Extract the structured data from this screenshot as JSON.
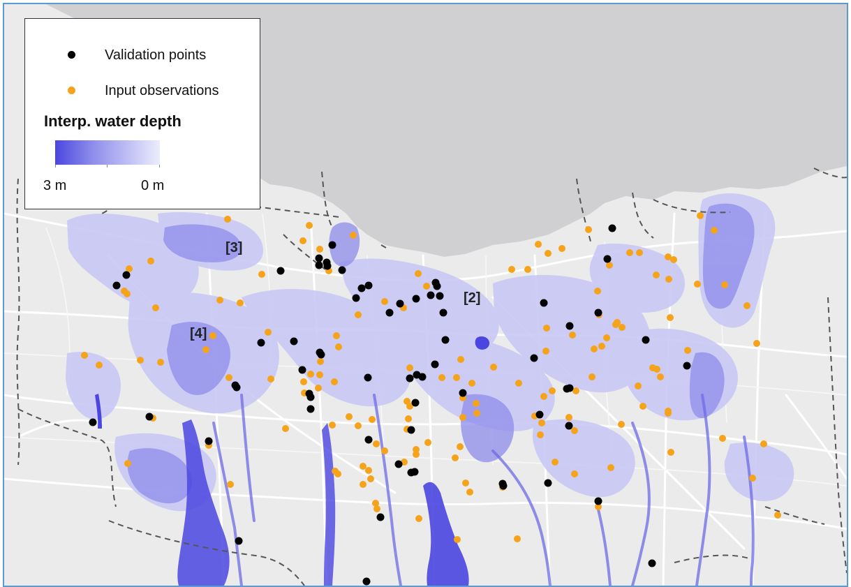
{
  "legend": {
    "validation_label": "Validation points",
    "input_label": "Input observations",
    "depth_title": "Interp. water depth",
    "ramp_min_label": "3 m",
    "ramp_max_label": "0 m"
  },
  "map_labels": {
    "area_2": "[2]",
    "area_3": "[3]",
    "area_4": "[4]"
  },
  "colors": {
    "sea": "#d0d0d3",
    "land": "#ebebeb",
    "roads": "#ffffff",
    "district_boundary": "#555555",
    "flood_deep": "#4b46e0",
    "flood_mid": "#8d8ceb",
    "flood_shallow": "#c9c8f5",
    "validation_point": "#000000",
    "input_point": "#f5a31a",
    "frame_border": "#5b9bd5"
  },
  "validation_points": [
    [
      877,
      327
    ],
    [
      476,
      351
    ],
    [
      870,
      371
    ],
    [
      457,
      370
    ],
    [
      468,
      376
    ],
    [
      457,
      380
    ],
    [
      469,
      381
    ],
    [
      490,
      387
    ],
    [
      402,
      388
    ],
    [
      181,
      394
    ],
    [
      167,
      409
    ],
    [
      528,
      409
    ],
    [
      518,
      413
    ],
    [
      624,
      405
    ],
    [
      626,
      410
    ],
    [
      510,
      427
    ],
    [
      573,
      435
    ],
    [
      596,
      428
    ],
    [
      617,
      423
    ],
    [
      630,
      424
    ],
    [
      779,
      434
    ],
    [
      558,
      448
    ],
    [
      635,
      448
    ],
    [
      857,
      448
    ],
    [
      816,
      467
    ],
    [
      638,
      487
    ],
    [
      925,
      487
    ],
    [
      374,
      491
    ],
    [
      421,
      489
    ],
    [
      458,
      505
    ],
    [
      460,
      508
    ],
    [
      765,
      513
    ],
    [
      984,
      524
    ],
    [
      623,
      522
    ],
    [
      433,
      530
    ],
    [
      527,
      541
    ],
    [
      587,
      542
    ],
    [
      597,
      537
    ],
    [
      605,
      540
    ],
    [
      337,
      552
    ],
    [
      339,
      555
    ],
    [
      816,
      556
    ],
    [
      812,
      557
    ],
    [
      663,
      563
    ],
    [
      443,
      564
    ],
    [
      445,
      569
    ],
    [
      595,
      577
    ],
    [
      445,
      586
    ],
    [
      214,
      597
    ],
    [
      773,
      594
    ],
    [
      133,
      605
    ],
    [
      815,
      610
    ],
    [
      589,
      616
    ],
    [
      299,
      632
    ],
    [
      528,
      630
    ],
    [
      571,
      665
    ],
    [
      589,
      677
    ],
    [
      594,
      676
    ],
    [
      720,
      693
    ],
    [
      721,
      696
    ],
    [
      785,
      692
    ],
    [
      857,
      718
    ],
    [
      545,
      741
    ],
    [
      342,
      775
    ],
    [
      934,
      807
    ],
    [
      525,
      833
    ]
  ],
  "input_points": [
    [
      326,
      314
    ],
    [
      843,
      329
    ],
    [
      443,
      323
    ],
    [
      506,
      337
    ],
    [
      1003,
      309
    ],
    [
      1023,
      330
    ],
    [
      434,
      345
    ],
    [
      458,
      357
    ],
    [
      216,
      374
    ],
    [
      185,
      385
    ],
    [
      771,
      350
    ],
    [
      785,
      363
    ],
    [
      805,
      356
    ],
    [
      902,
      362
    ],
    [
      916,
      362
    ],
    [
      957,
      368
    ],
    [
      965,
      372
    ],
    [
      873,
      380
    ],
    [
      733,
      386
    ],
    [
      756,
      386
    ],
    [
      940,
      394
    ],
    [
      958,
      400
    ],
    [
      999,
      407
    ],
    [
      1038,
      408
    ],
    [
      375,
      393
    ],
    [
      471,
      388
    ],
    [
      599,
      392
    ],
    [
      178,
      417
    ],
    [
      182,
      421
    ],
    [
      611,
      410
    ],
    [
      223,
      441
    ],
    [
      315,
      430
    ],
    [
      344,
      434
    ],
    [
      551,
      432
    ],
    [
      578,
      441
    ],
    [
      513,
      451
    ],
    [
      856,
      417
    ],
    [
      858,
      451
    ],
    [
      1070,
      438
    ],
    [
      960,
      455
    ],
    [
      384,
      476
    ],
    [
      482,
      481
    ],
    [
      485,
      497
    ],
    [
      305,
      481
    ],
    [
      295,
      501
    ],
    [
      459,
      518
    ],
    [
      445,
      536
    ],
    [
      435,
      547
    ],
    [
      458,
      537
    ],
    [
      436,
      563
    ],
    [
      456,
      556
    ],
    [
      479,
      547
    ],
    [
      388,
      543
    ],
    [
      328,
      541
    ],
    [
      882,
      465
    ],
    [
      891,
      469
    ],
    [
      884,
      462
    ],
    [
      869,
      484
    ],
    [
      862,
      496
    ],
    [
      851,
      500
    ],
    [
      820,
      480
    ],
    [
      783,
      470
    ],
    [
      782,
      503
    ],
    [
      1084,
      492
    ],
    [
      985,
      502
    ],
    [
      935,
      527
    ],
    [
      941,
      529
    ],
    [
      946,
      540
    ],
    [
      914,
      553
    ],
    [
      848,
      540
    ],
    [
      825,
      560
    ],
    [
      791,
      560
    ],
    [
      779,
      568
    ],
    [
      743,
      549
    ],
    [
      707,
      526
    ],
    [
      660,
      515
    ],
    [
      633,
      541
    ],
    [
      654,
      541
    ],
    [
      676,
      549
    ],
    [
      587,
      527
    ],
    [
      121,
      509
    ],
    [
      142,
      523
    ],
    [
      201,
      516
    ],
    [
      230,
      519
    ],
    [
      409,
      614
    ],
    [
      476,
      609
    ],
    [
      500,
      597
    ],
    [
      513,
      610
    ],
    [
      583,
      575
    ],
    [
      587,
      582
    ],
    [
      585,
      600
    ],
    [
      663,
      598
    ],
    [
      683,
      592
    ],
    [
      682,
      578
    ],
    [
      663,
      570
    ],
    [
      766,
      596
    ],
    [
      776,
      606
    ],
    [
      815,
      598
    ],
    [
      823,
      617
    ],
    [
      921,
      582
    ],
    [
      957,
      589
    ],
    [
      957,
      592
    ],
    [
      890,
      608
    ],
    [
      1035,
      628
    ],
    [
      1094,
      636
    ],
    [
      961,
      648
    ],
    [
      774,
      623
    ],
    [
      795,
      662
    ],
    [
      823,
      679
    ],
    [
      875,
      670
    ],
    [
      1078,
      685
    ],
    [
      1114,
      738
    ],
    [
      219,
      599
    ],
    [
      183,
      664
    ],
    [
      299,
      638
    ],
    [
      330,
      694
    ],
    [
      539,
      636
    ],
    [
      551,
      646
    ],
    [
      583,
      615
    ],
    [
      596,
      644
    ],
    [
      613,
      634
    ],
    [
      596,
      651
    ],
    [
      659,
      640
    ],
    [
      652,
      656
    ],
    [
      520,
      668
    ],
    [
      528,
      674
    ],
    [
      531,
      686
    ],
    [
      520,
      694
    ],
    [
      484,
      679
    ],
    [
      667,
      692
    ],
    [
      673,
      705
    ],
    [
      720,
      698
    ],
    [
      538,
      721
    ],
    [
      540,
      729
    ],
    [
      600,
      743
    ],
    [
      655,
      773
    ],
    [
      741,
      772
    ],
    [
      857,
      726
    ],
    [
      579,
      662
    ],
    [
      533,
      601
    ],
    [
      480,
      675
    ]
  ]
}
